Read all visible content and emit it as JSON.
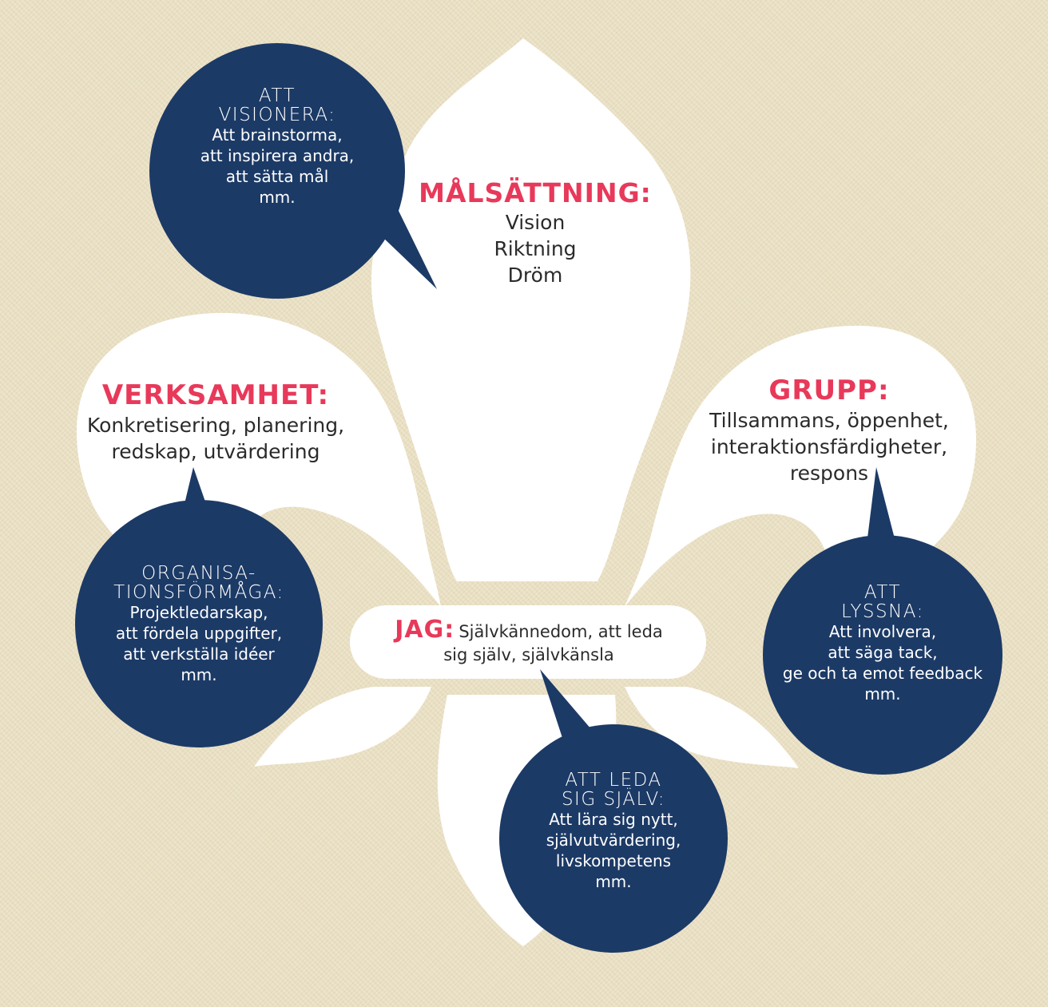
{
  "colors": {
    "background": "#e9dfc2",
    "lily": "#ffffff",
    "bubble": "#1c3a66",
    "title": "#e8395a"
  },
  "malsattning": {
    "title": "MÅLSÄTTNING:",
    "lines": [
      "Vision",
      "Riktning",
      "Dröm"
    ]
  },
  "verksamhet": {
    "title": "VERKSAMHET:",
    "lines": [
      "Konkretisering, planering,",
      "redskap, utvärdering"
    ]
  },
  "grupp": {
    "title": "GRUPP:",
    "lines": [
      "Tillsammans, öppenhet,",
      "interaktionsfärdigheter,",
      "respons"
    ]
  },
  "jag": {
    "title": "JAG:",
    "line1": "Självkännedom, att leda",
    "line2": "sig själv, självkänsla"
  },
  "bubbles": {
    "visionera": {
      "heading": [
        "ATT",
        "VISIONERA:"
      ],
      "lines": [
        "Att brainstorma,",
        "att inspirera andra,",
        "att sätta mål",
        "mm."
      ]
    },
    "organisation": {
      "heading": [
        "ORGANISA-",
        "TIONSFÖRMÅGA:"
      ],
      "lines": [
        "Projektledarskap,",
        "att fördela uppgifter,",
        "att verkställa idéer",
        "mm."
      ]
    },
    "lyssna": {
      "heading": [
        "ATT",
        "LYSSNA:"
      ],
      "lines": [
        "Att involvera,",
        "att säga tack,",
        "ge och ta emot feedback",
        "mm."
      ]
    },
    "leda": {
      "heading": [
        "ATT LEDA",
        "SIG SJÄLV:"
      ],
      "lines": [
        "Att lära sig nytt,",
        "självutvärdering,",
        "livskompetens",
        "mm."
      ]
    }
  }
}
